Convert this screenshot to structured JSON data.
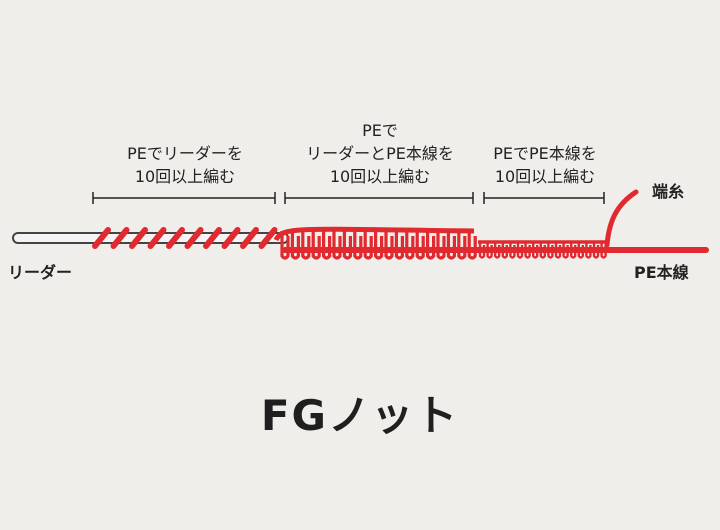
{
  "sections": [
    {
      "line1": "PEでリーダーを",
      "line2": "10回以上編む"
    },
    {
      "line0": "PEで",
      "line1": "リーダーとPE本線を",
      "line2": "10回以上編む"
    },
    {
      "line1": "PEでPE本線を",
      "line2": "10回以上編む"
    }
  ],
  "labels": {
    "leader": "リーダー",
    "tag_end": "端糸",
    "main_line": "PE本線"
  },
  "title": "FGノット",
  "colors": {
    "background": "#f0eeeb",
    "pe_line": "#e12a2f",
    "leader_fill": "#f4f4f4",
    "leader_outline": "#444444",
    "text": "#222222"
  }
}
